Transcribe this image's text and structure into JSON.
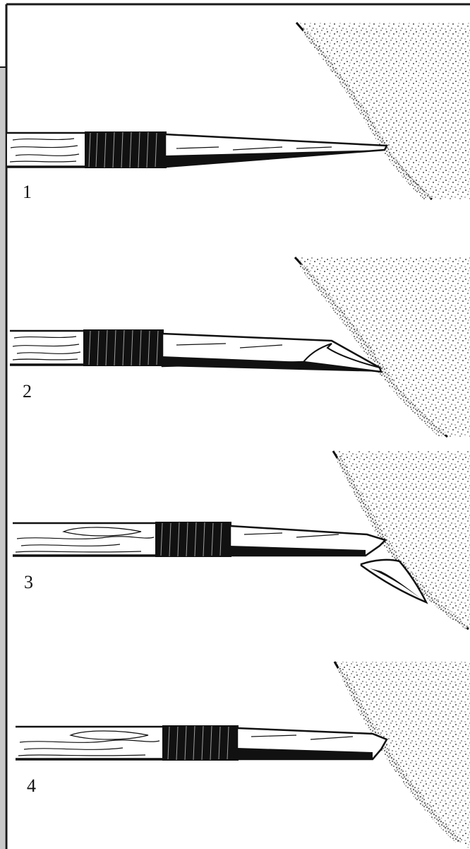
{
  "figure": {
    "panels": [
      {
        "number": "1"
      },
      {
        "number": "2"
      },
      {
        "number": "3"
      },
      {
        "number": "4"
      }
    ]
  },
  "colors": {
    "ink": "#111111",
    "paper": "#ffffff",
    "frame": "#1a1a1a",
    "left_bar": "#c9c9c9"
  }
}
